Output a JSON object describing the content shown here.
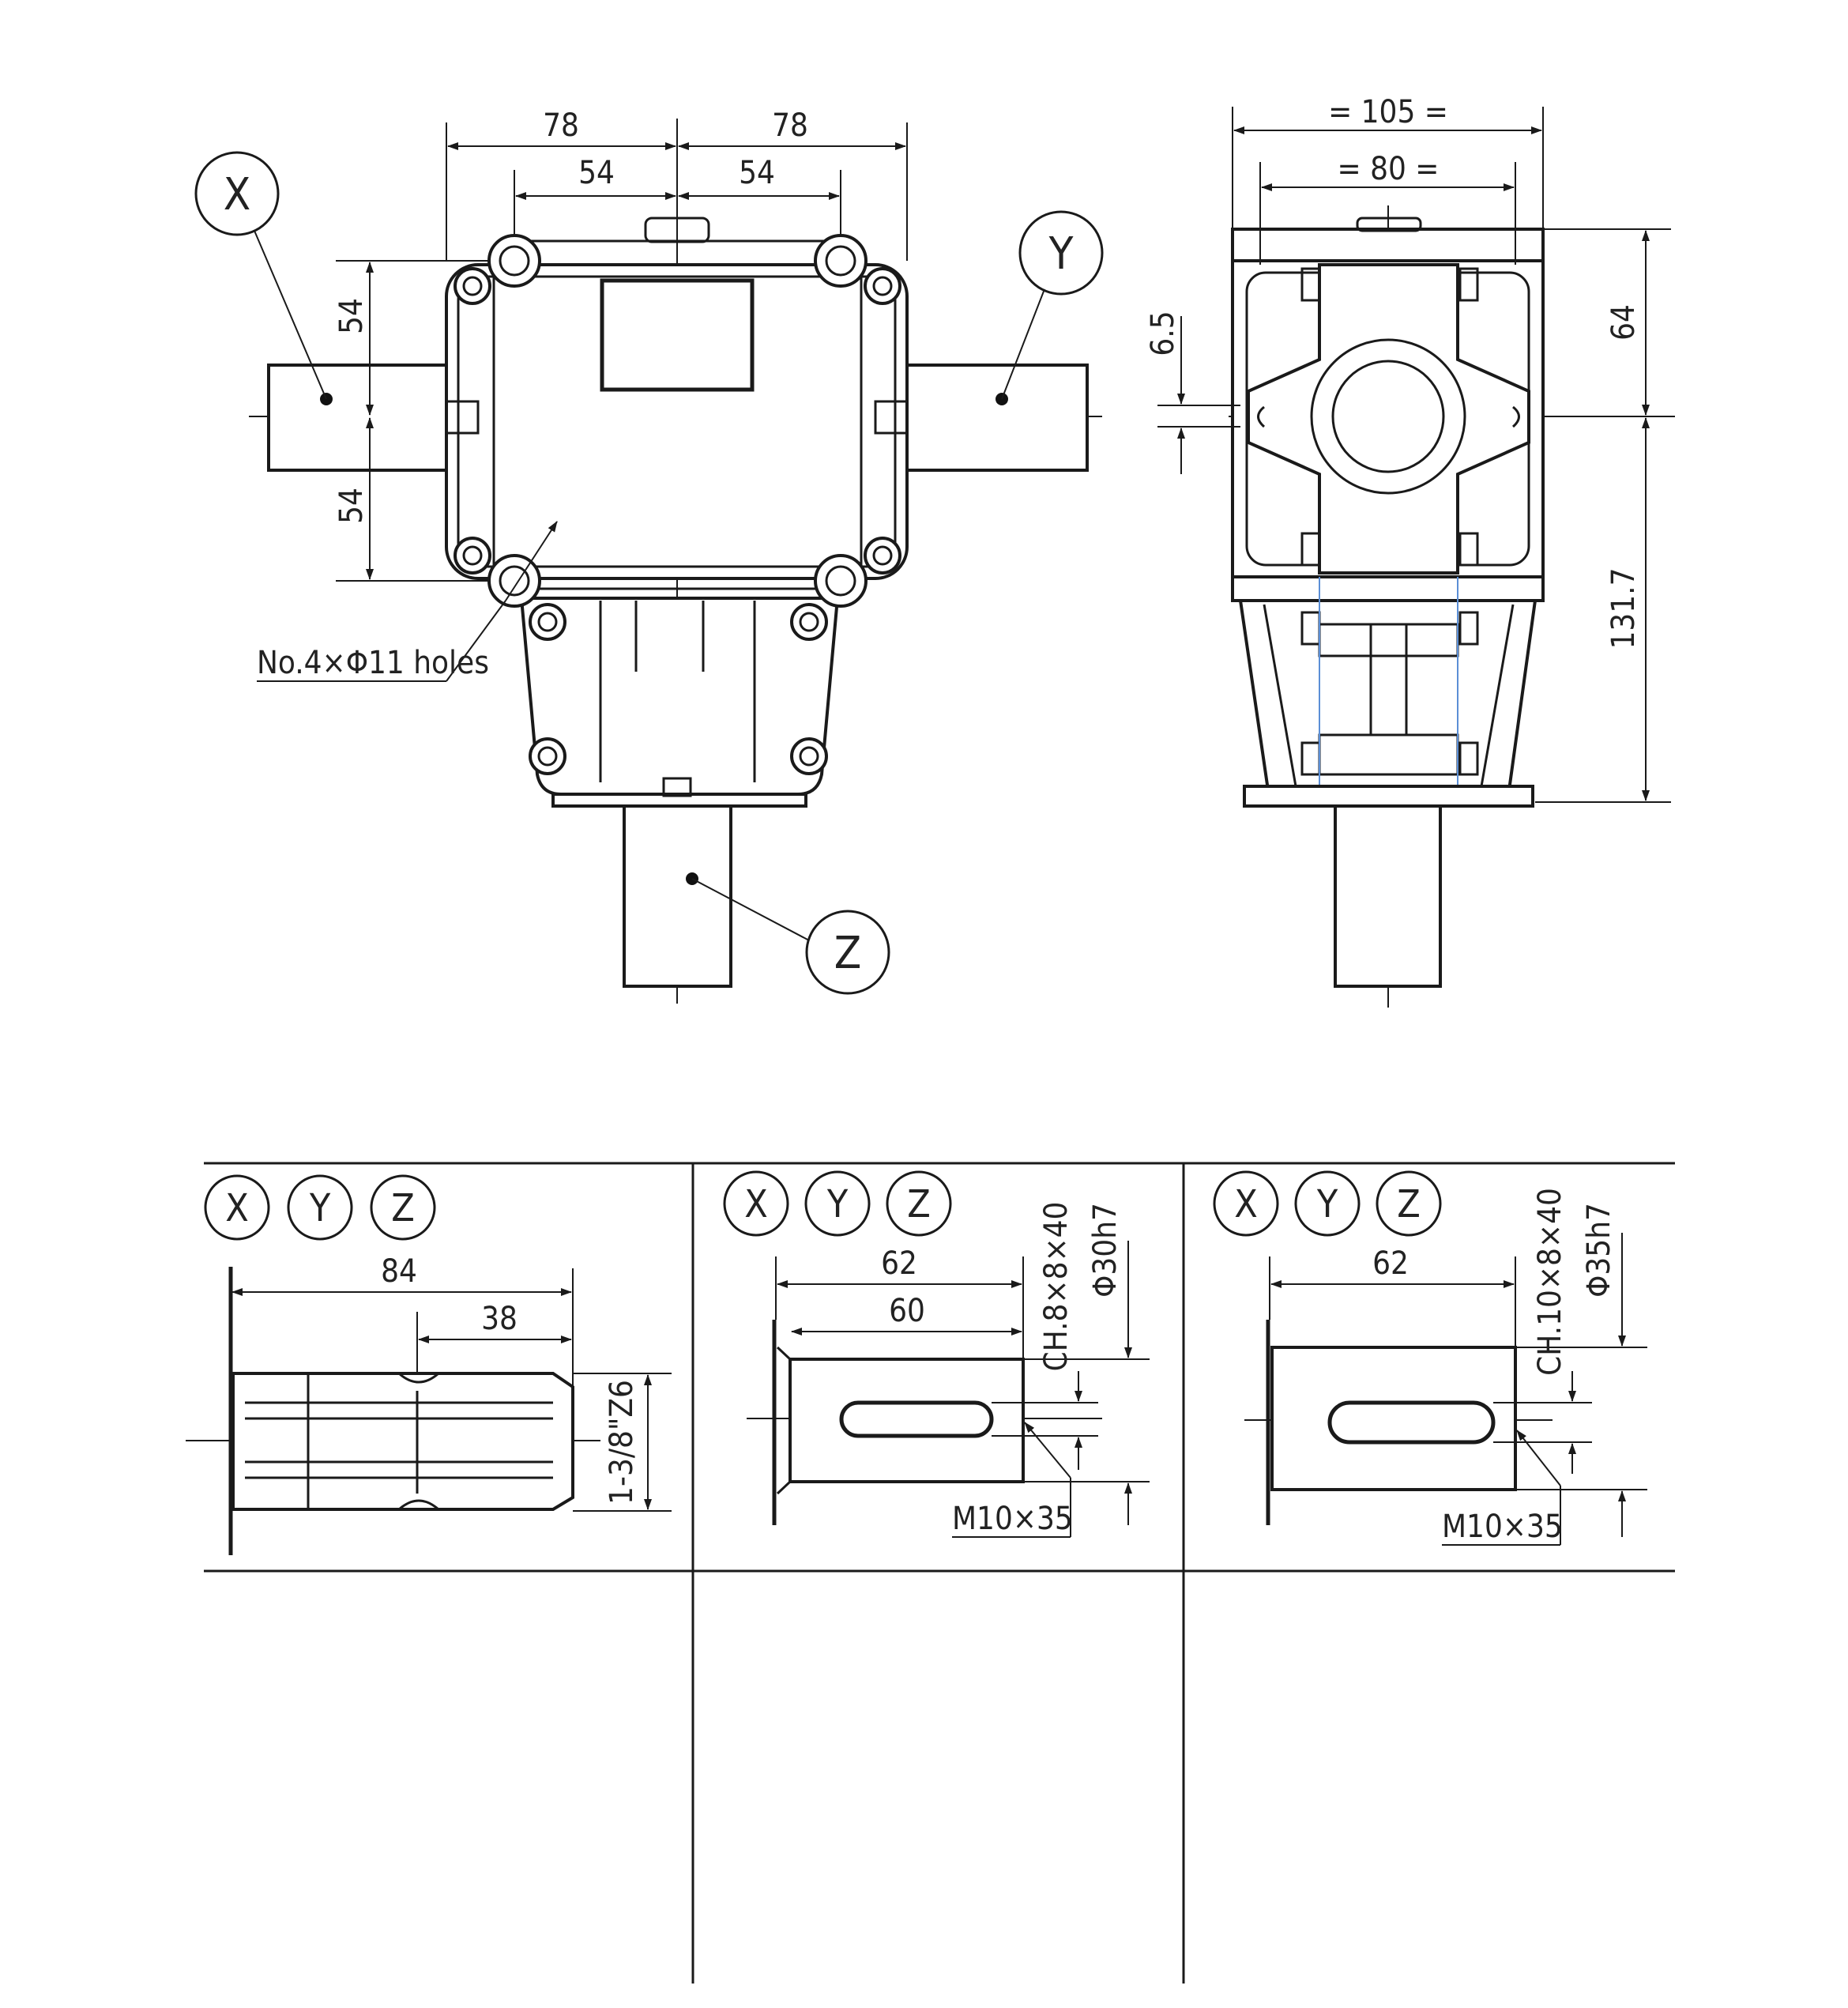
{
  "front_view": {
    "dim_top_left": "78",
    "dim_top_right": "78",
    "dim_inner_left": "54",
    "dim_inner_right": "54",
    "dim_left_upper": "54",
    "dim_left_lower": "54",
    "holes_note": "No.4×Φ11 holes",
    "callout_x": "X",
    "callout_y": "Y",
    "callout_z": "Z"
  },
  "side_view": {
    "dim_width_outer": "= 105 =",
    "dim_width_inner": "= 80 =",
    "dim_offset": "6.5",
    "dim_upper_height": "64",
    "dim_lower_height": "131.7"
  },
  "shaft_table": [
    {
      "tags": [
        "X",
        "Y",
        "Z"
      ],
      "dim_total": "84",
      "dim_spline": "38",
      "spline_spec": "1-3/8\"Z6"
    },
    {
      "tags": [
        "X",
        "Y",
        "Z"
      ],
      "dim_length": "62",
      "dim_key": "60",
      "key_spec": "CH.8×8×40",
      "diameter": "Φ30h7",
      "thread": "M10×35"
    },
    {
      "tags": [
        "X",
        "Y",
        "Z"
      ],
      "dim_length": "62",
      "key_spec": "CH.10×8×40",
      "diameter": "Φ35h7",
      "thread": "M10×35"
    }
  ]
}
